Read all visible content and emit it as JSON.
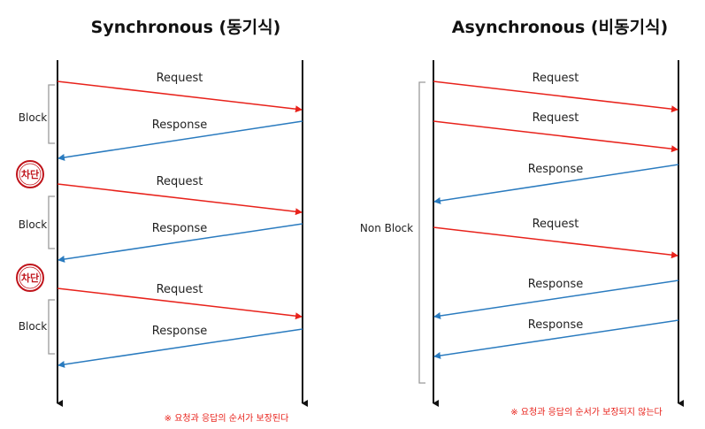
{
  "left": {
    "title": "Synchronous (동기식)",
    "messages": [
      {
        "label": "Request",
        "dir": "req"
      },
      {
        "label": "Response",
        "dir": "res"
      },
      {
        "label": "Request",
        "dir": "req"
      },
      {
        "label": "Response",
        "dir": "res"
      },
      {
        "label": "Request",
        "dir": "req"
      },
      {
        "label": "Response",
        "dir": "res"
      }
    ],
    "blocks": [
      "Block",
      "Block",
      "Block"
    ],
    "stamps": [
      "차단",
      "차단"
    ],
    "note": "※ 요청과 응답의 순서가 보장된다"
  },
  "right": {
    "title": "Asynchronous (비동기식)",
    "messages": [
      {
        "label": "Request",
        "dir": "req"
      },
      {
        "label": "Request",
        "dir": "req"
      },
      {
        "label": "Response",
        "dir": "res"
      },
      {
        "label": "Request",
        "dir": "req"
      },
      {
        "label": "Response",
        "dir": "res"
      },
      {
        "label": "Response",
        "dir": "res"
      }
    ],
    "block_label": "Non Block",
    "note": "※ 요청과 응답의 순서가 보장되지 않는다"
  },
  "colors": {
    "request": "#e8221b",
    "response": "#2a7bbf",
    "lifeline": "#111111",
    "bracket": "#9a9a9a",
    "stamp": "#c0141b",
    "note": "#e8221b"
  }
}
